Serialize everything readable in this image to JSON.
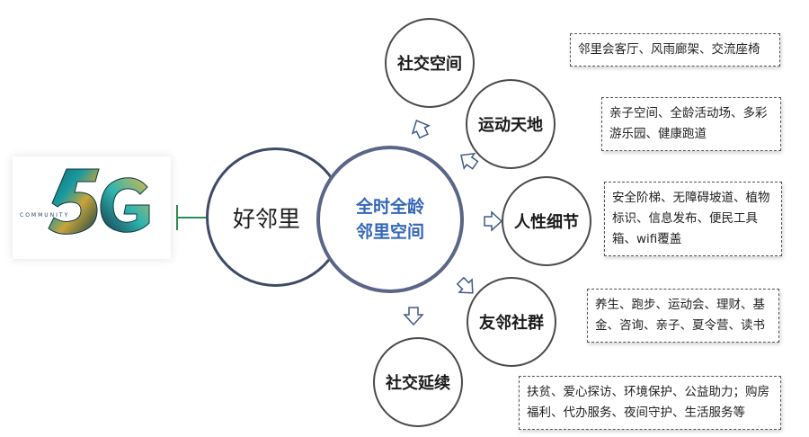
{
  "logo": {
    "word": "COMMUNITY",
    "mark": "5G"
  },
  "left_circle": {
    "label": "好邻里"
  },
  "center_circle": {
    "label": "全时全龄\n邻里空间"
  },
  "nodes": [
    {
      "label": "社交空间",
      "detail": "邻里会客厅、风雨廊架、交流座椅"
    },
    {
      "label": "运动天地",
      "detail": "亲子空间、全龄活动场、多彩游乐园、健康跑道"
    },
    {
      "label": "人性细节",
      "detail": "安全阶梯、无障碍坡道、植物标识、信息发布、便民工具箱、wifi覆盖"
    },
    {
      "label": "友邻社群",
      "detail": "养生、跑步、运动会、理财、基金、咨询、亲子、夏令营、读书"
    },
    {
      "label": "社交延续",
      "detail": "扶贫、爱心探访、环境保护、公益助力；购房福利、代办服务、夜间守护、生活服务等"
    }
  ],
  "colors": {
    "accent_blue": "#3567b8",
    "ring": "#5a6687",
    "link": "#2e8b57"
  }
}
